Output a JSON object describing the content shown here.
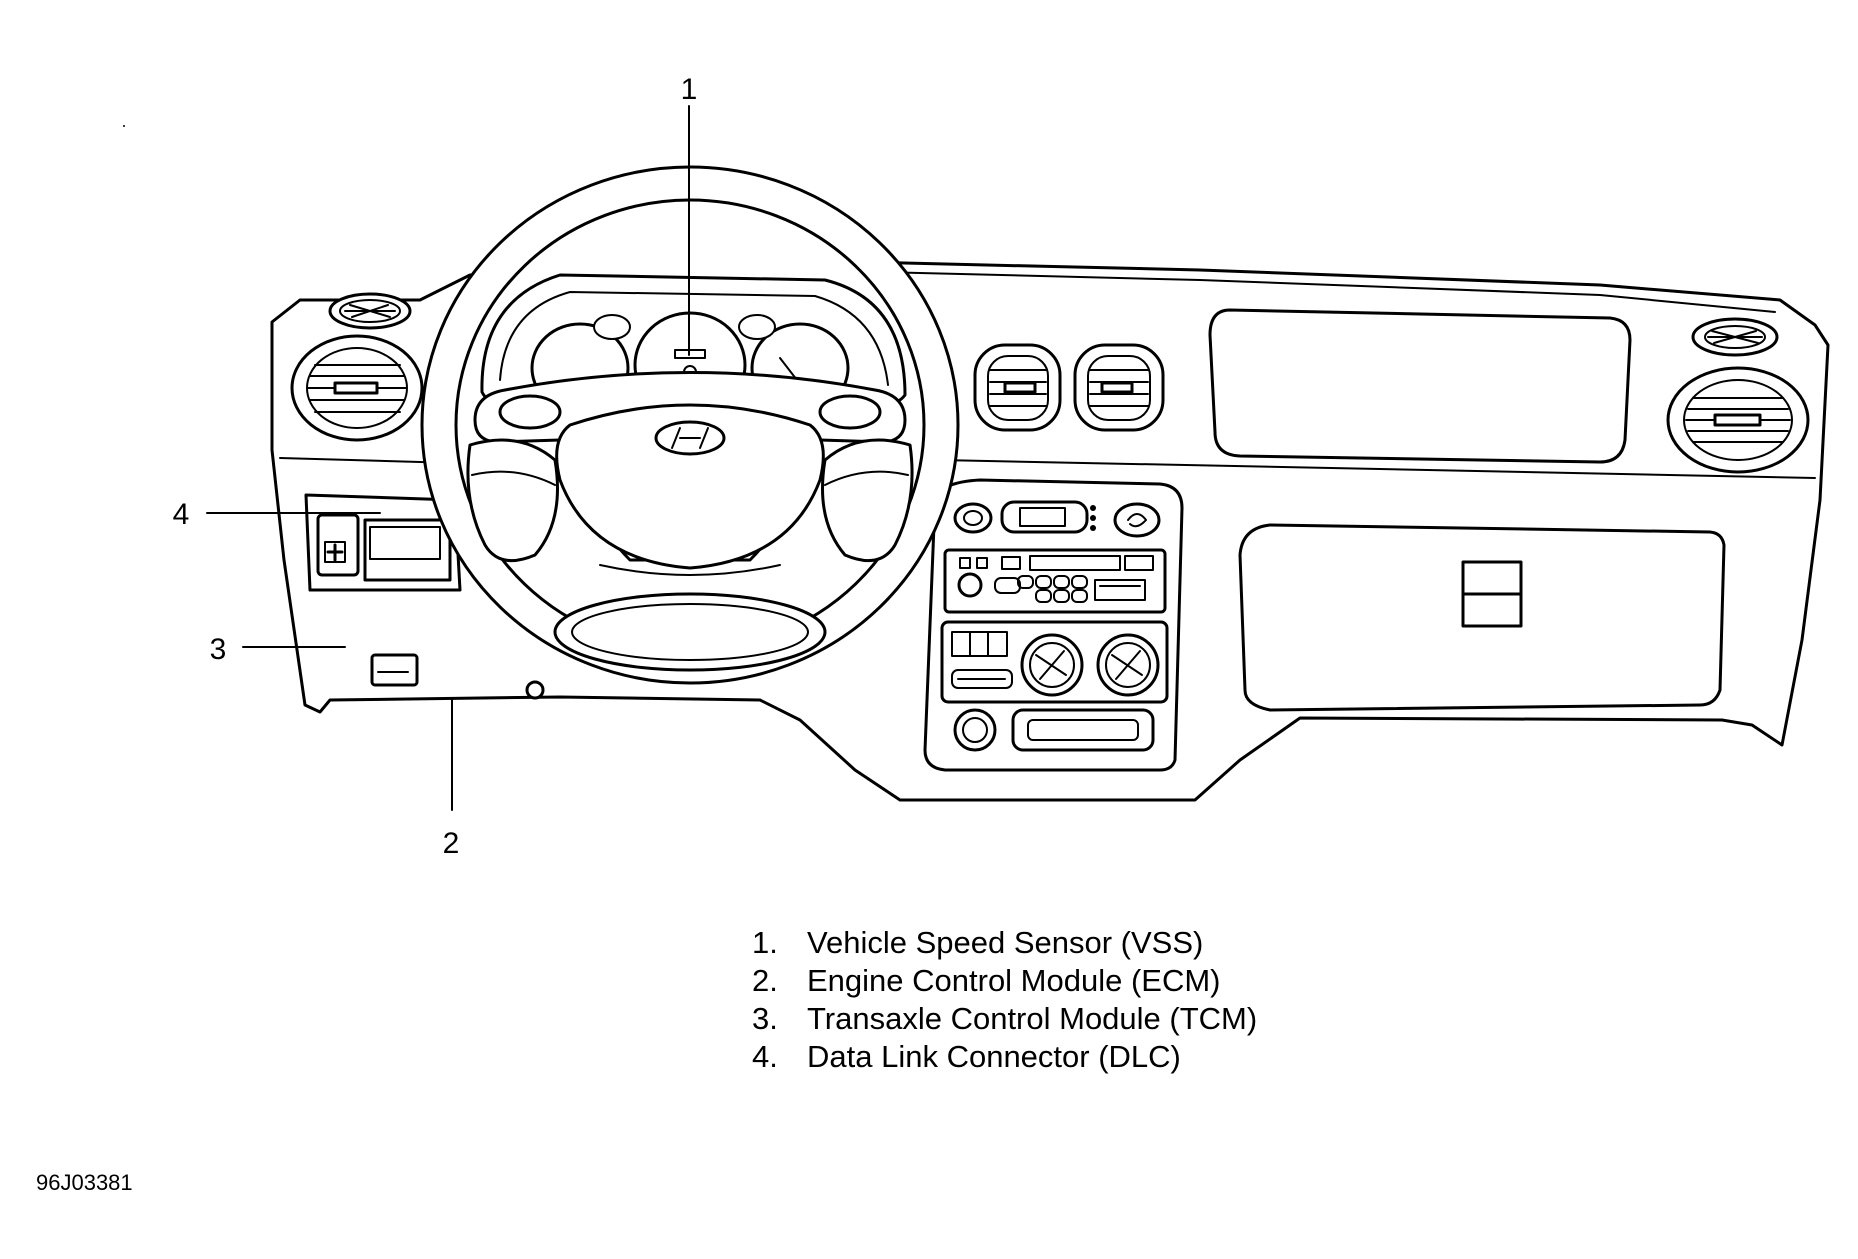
{
  "callouts": {
    "c1": "1",
    "c2": "2",
    "c3": "3",
    "c4": "4"
  },
  "legend": [
    {
      "number": "1.",
      "label": "Vehicle Speed Sensor (VSS)"
    },
    {
      "number": "2.",
      "label": "Engine Control Module (ECM)"
    },
    {
      "number": "3.",
      "label": "Transaxle Control Module (TCM)"
    },
    {
      "number": "4.",
      "label": "Data Link Connector (DLC)"
    }
  ],
  "figure_id": "96J03381",
  "colors": {
    "line": "#000000",
    "background": "#ffffff"
  },
  "icons": {
    "steering_wheel": "steering-wheel-icon",
    "brand_logo": "hyundai-logo-icon"
  }
}
